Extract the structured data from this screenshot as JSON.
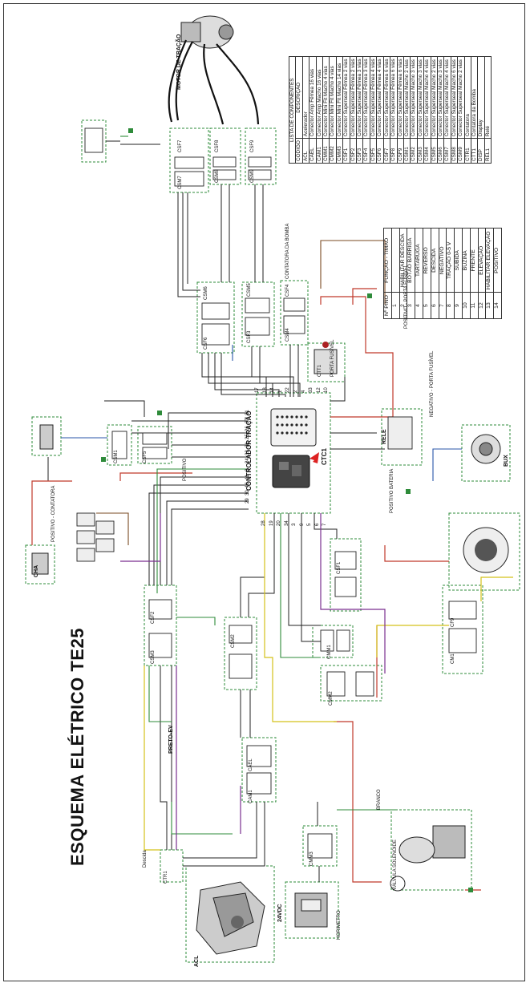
{
  "title": "ESQUEMA ELÉTRICO TE25",
  "components_table": {
    "heading": "LISTA DE COMPONENTES",
    "col_code": "CÓDIGO",
    "col_desc": "DESCRIÇÃO",
    "rows": [
      {
        "code": "ACL",
        "desc": "Acelerador"
      },
      {
        "code": "CAEL",
        "desc": "Conector Amp Fêmea 16 vias"
      },
      {
        "code": "CAM1",
        "desc": "Conector Amp Macho 16 vias"
      },
      {
        "code": "CMM1",
        "desc": "Conector Mini Fit Macho 4 vias"
      },
      {
        "code": "CMM2",
        "desc": "Conector Mini Fit Macho 4 vias"
      },
      {
        "code": "CMM3",
        "desc": "Conector Mini Fit Macho 14 vias"
      },
      {
        "code": "CSF1",
        "desc": "Conector Superseal Fêmea 2 vias"
      },
      {
        "code": "CSF2",
        "desc": "Conector Superseal Fêmea 2 vias"
      },
      {
        "code": "CSF3",
        "desc": "Conector Superseal Fêmea 3 vias"
      },
      {
        "code": "CSF4",
        "desc": "Conector Superseal Fêmea 3 vias"
      },
      {
        "code": "CSF5",
        "desc": "Conector Superseal Fêmea 4 vias"
      },
      {
        "code": "CSF6",
        "desc": "Conector Superseal Fêmea 4 vias"
      },
      {
        "code": "CSF7",
        "desc": "Conector Superseal Fêmea 6 vias"
      },
      {
        "code": "CSF8",
        "desc": "Conector Superseal Fêmea 6 vias"
      },
      {
        "code": "CSF9",
        "desc": "Conector Superseal Fêmea 6 vias"
      },
      {
        "code": "CSM1",
        "desc": "Conector Superseal Macho 2 vias"
      },
      {
        "code": "CSM2",
        "desc": "Conector Superseal Macho 3 vias"
      },
      {
        "code": "CSM3",
        "desc": "Conector Superseal Macho 3 vias"
      },
      {
        "code": "CSM4",
        "desc": "Conector Superseal Macho 4 vias"
      },
      {
        "code": "CSM5",
        "desc": "Conector Superseal Macho 2 vias"
      },
      {
        "code": "CSM6",
        "desc": "Conector Superseal Macho 3 vias"
      },
      {
        "code": "CSM7",
        "desc": "Conector Superseal Macho 4 vias"
      },
      {
        "code": "CSM8",
        "desc": "Conector Superseal Macho 6 vias"
      },
      {
        "code": "CSM9",
        "desc": "Conector Superseal Macho 2 vias"
      },
      {
        "code": "CTR1",
        "desc": "Contatora"
      },
      {
        "code": "CTT1",
        "desc": "Contatora da Bomba"
      },
      {
        "code": "DISP",
        "desc": "Display"
      },
      {
        "code": "REL1",
        "desc": "Relé"
      }
    ]
  },
  "pins_table": {
    "col_pin": "Nº PINO",
    "col_func": "FUNÇÃO - TIMÃO",
    "rows": [
      {
        "pin": "1",
        "func": ""
      },
      {
        "pin": "2",
        "func": "HABILITAR DESCIDA"
      },
      {
        "pin": "3",
        "func": "BOTÃO BARRIGA"
      },
      {
        "pin": "4",
        "func": "TARTARUGA"
      },
      {
        "pin": "5",
        "func": "REVERSO"
      },
      {
        "pin": "6",
        "func": "DESCIDA"
      },
      {
        "pin": "7",
        "func": "NEGATIVO"
      },
      {
        "pin": "8",
        "func": "TRAÇÃO 0-5 V"
      },
      {
        "pin": "9",
        "func": "SUBIDA"
      },
      {
        "pin": "10",
        "func": "BUZINA"
      },
      {
        "pin": "11",
        "func": "FRENTE"
      },
      {
        "pin": "12",
        "func": "ELEVAÇÃO"
      },
      {
        "pin": "13",
        "func": "HABILITAR ELEVAÇÃO"
      },
      {
        "pin": "14",
        "func": "POSITIVO"
      }
    ]
  },
  "labels": {
    "motor": "MOTOR DE TRAÇÃO",
    "controller": "CONTROLADOR TRAÇÃO",
    "ctc1": "CTC1",
    "rele": "RELE",
    "bux": "BUX",
    "cha": "CHA",
    "acl": "ACL",
    "preto_ev": "PRETO-EV",
    "negativo_bus": "NEGATIVO - PORTA FUSÍVEL",
    "positivo_bus": "POSITIVO - PORTA FUSÍVEL",
    "v24": "24VDC",
    "valvula": "VÁLVULA SOLENOIDE",
    "ctt1": "CTT1",
    "positivo": "POSITIVO",
    "porta_fusivel": "PORTA FUSÍVEL",
    "positivo_contatora": "POSITIVO - CONTATORA",
    "positivo_bateria": "POSITIVO BATERIA",
    "branco": "BRANCO",
    "contatora_bomba": "CONTATORA DA BOMBA",
    "horimetro": "HORIMETRO",
    "descida": "Descida"
  },
  "connectors": {
    "csf7": "CSF7",
    "csm7": "CSM7",
    "csf8": "CSF8",
    "csm8": "CSM8",
    "csf9": "CSF9",
    "csm9": "CSM9",
    "csm6": "CSM6",
    "csf6": "CSF6",
    "csm5": "CSM5",
    "csf3": "CSF3",
    "csf4": "CSF4",
    "csm4": "CSM4",
    "csm3": "CSM3",
    "csm1": "CSM1",
    "csf1": "CSF1",
    "csf5": "CSF5",
    "csm2": "CSM2",
    "csf2": "CSF2",
    "cmm1": "CMM1",
    "cmm2": "CMM2",
    "cmm3": "CMM3",
    "cael": "CAEL",
    "cam1": "CAM1",
    "ctr1": "CTR1",
    "cf9": "CF9",
    "cm1": "CM1"
  },
  "controller_pins_top": [
    "17",
    "18",
    "14",
    "1",
    "22",
    "2",
    "4",
    "33",
    "12",
    "10"
  ],
  "controller_pins_left": [
    "21",
    "27",
    "26",
    "25",
    "31",
    "32",
    "24",
    "8",
    "11",
    "16",
    "30",
    "29"
  ],
  "controller_pins_bottom": [
    "28",
    "19",
    "20",
    "34",
    "3",
    "9",
    "5",
    "6",
    "7"
  ],
  "colors": {
    "wire_black": "#222222",
    "wire_red": "#c0392b",
    "wire_green": "#2e8b3a",
    "wire_yellow": "#d4c21a",
    "wire_purple": "#7a2f8f",
    "wire_brown": "#7a4a22",
    "wire_blue": "#2855a8",
    "box_dash": "#2e8b3a"
  }
}
